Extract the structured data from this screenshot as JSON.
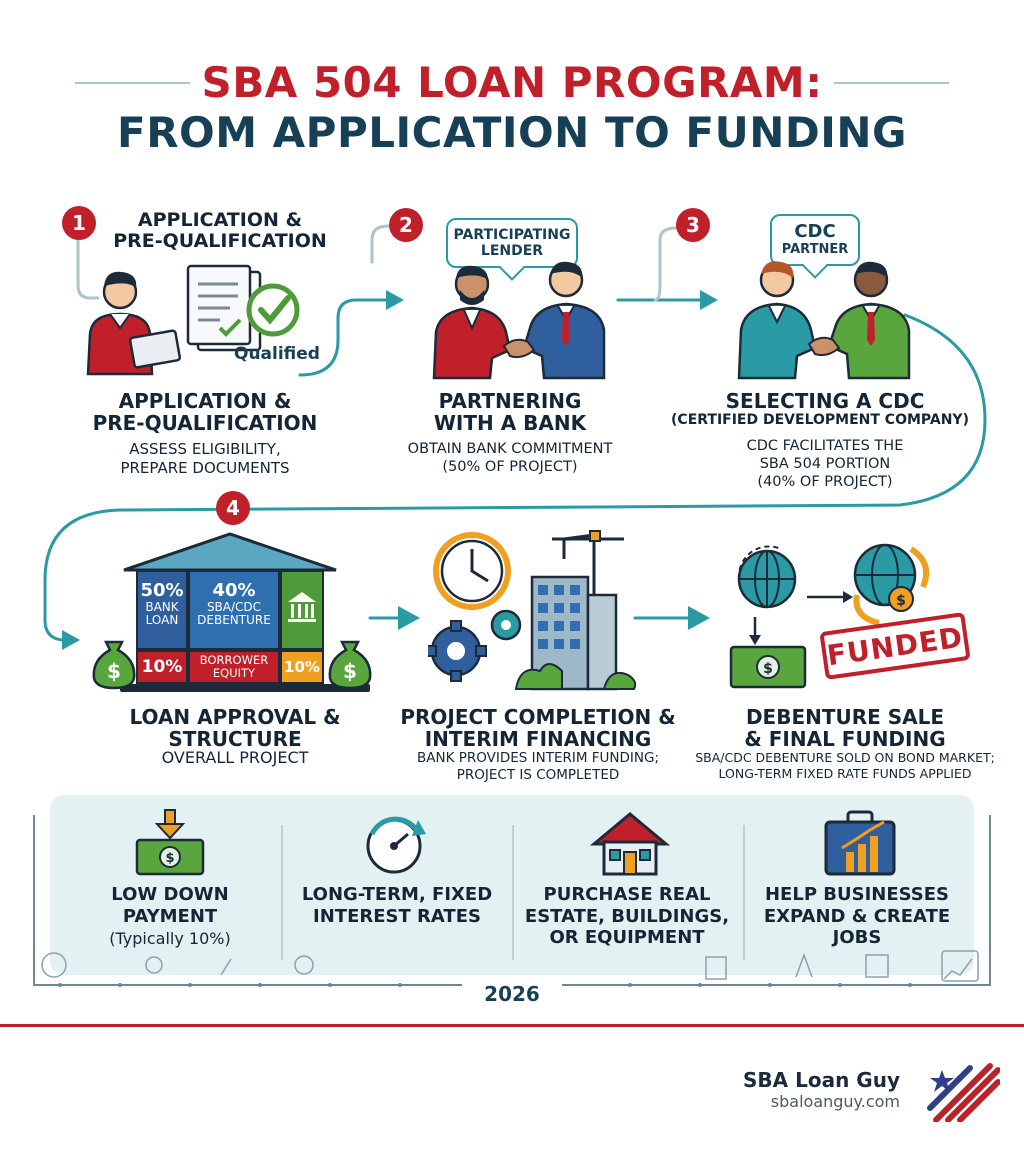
{
  "title": {
    "line1": "SBA 504 LOAN PROGRAM:",
    "line2": "FROM APPLICATION TO FUNDING"
  },
  "colors": {
    "red": "#c0202a",
    "navy": "#173f55",
    "teal": "#2a9aa4",
    "green": "#4f9a3a"
  },
  "steps": [
    {
      "number": "1",
      "top_label": "APPLICATION &\nPRE-QUALIFICATION",
      "badge_text": "Qualified",
      "heading": "APPLICATION &\nPRE-QUALIFICATION",
      "sub": "ASSESS ELIGIBILITY,\nPREPARE DOCUMENTS"
    },
    {
      "number": "2",
      "bubble": "PARTICIPATING\nLENDER",
      "heading": "PARTNERING\nWITH A BANK",
      "sub": "OBTAIN BANK COMMITMENT\n(50% OF PROJECT)"
    },
    {
      "number": "3",
      "bubble_title": "CDC",
      "bubble_sub": "PARTNER",
      "heading": "SELECTING A CDC",
      "heading2": "(CERTIFIED DEVELOPMENT COMPANY)",
      "sub": "CDC FACILITATES THE\nSBA 504 PORTION\n(40% OF PROJECT)"
    },
    {
      "number": "4",
      "heading": "LOAN APPROVAL &\nSTRUCTURE",
      "sub": "OVERALL PROJECT"
    },
    {
      "heading": "PROJECT COMPLETION &\nINTERIM FINANCING",
      "sub": "BANK PROVIDES INTERIM FUNDING;\nPROJECT IS COMPLETED"
    },
    {
      "heading": "DEBENTURE SALE\n& FINAL FUNDING",
      "sub": "SBA/CDC DEBENTURE SOLD ON BOND MARKET;\nLONG-TERM FIXED RATE FUNDS APPLIED",
      "stamp": "FUNDED"
    }
  ],
  "structure": {
    "bank_pct": "50%",
    "bank_label": "BANK\nLOAN",
    "sba_pct": "40%",
    "sba_label": "SBA/CDC\nDEBENTURE",
    "equity_pct": "10%",
    "equity_label": "BORROWER\nEQUITY",
    "equity_pct_right": "10%"
  },
  "benefits": [
    {
      "title": "LOW DOWN\nPAYMENT",
      "note": "(Typically 10%)",
      "icon": "cash-down-icon"
    },
    {
      "title": "LONG-TERM, FIXED\nINTEREST RATES",
      "icon": "gauge-icon"
    },
    {
      "title": "PURCHASE REAL\nESTATE, BUILDINGS,\nOR EQUIPMENT",
      "icon": "house-icon"
    },
    {
      "title": "HELP BUSINESSES\nEXPAND & CREATE\nJOBS",
      "icon": "briefcase-growth-icon"
    }
  ],
  "year": "2026",
  "brand": {
    "name": "SBA Loan Guy",
    "url": "sbaloanguy.com"
  }
}
